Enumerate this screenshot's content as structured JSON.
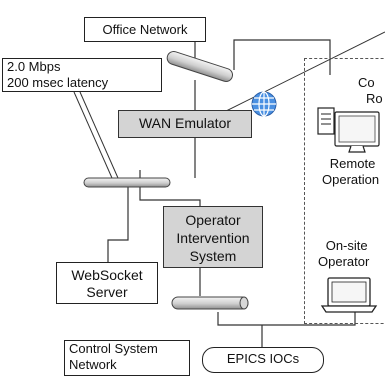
{
  "labels": {
    "office_network": "Office Network",
    "link_speed": "2.0 Mbps",
    "link_latency": "200 msec latency",
    "wan_emulator": "WAN Emulator",
    "operator_system_l1": "Operator",
    "operator_system_l2": "Intervention",
    "operator_system_l3": "System",
    "websocket_l1": "WebSocket",
    "websocket_l2": "Server",
    "control_network_l1": "Control System",
    "control_network_l2": "Network",
    "epics_iocs": "EPICS IOCs",
    "room_partial_1": "Co",
    "room_partial_2": "Ro",
    "remote_op_l1": "Remote",
    "remote_op_l2": "Operation",
    "onsite_op_l1": "On-site",
    "onsite_op_l2": "Operator"
  },
  "icons": {
    "globe": "globe-icon",
    "desktop": "desktop-computer-icon",
    "laptop": "laptop-icon",
    "hub": "network-hub-icon"
  },
  "colors": {
    "globe_fill": "#4a90e2",
    "box_shaded": "#d4d4d4",
    "hub_light": "#eeeeee",
    "hub_dark": "#9a9a9a"
  }
}
